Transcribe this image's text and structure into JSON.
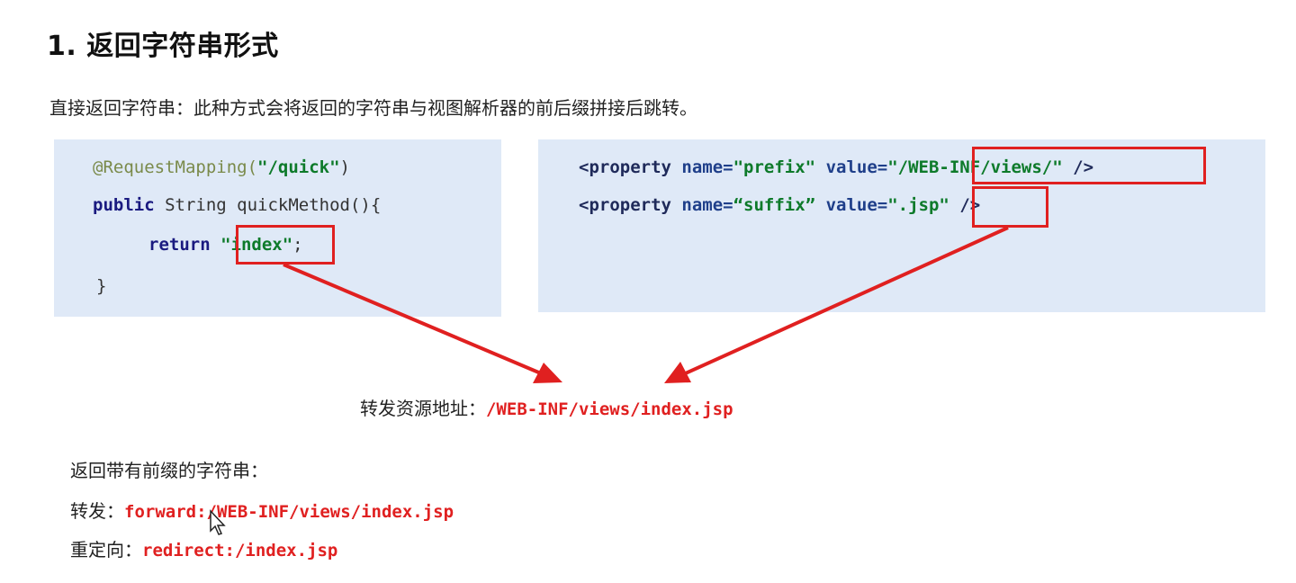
{
  "heading": "1. 返回字符串形式",
  "description": "直接返回字符串：此种方式会将返回的字符串与视图解析器的前后缀拼接后跳转。",
  "java_code": {
    "line1_annotation": "@RequestMapping(",
    "line1_string": "\"/quick\"",
    "line1_close": ")",
    "line2_keyword": "public",
    "line2_rest": " String quickMethod(){",
    "line3_keyword": "return",
    "line3_string": "\"index\"",
    "line3_end": ";",
    "line4": "}"
  },
  "xml_code": {
    "line1_tag": "<property",
    "line1_name_attr": "name=",
    "line1_name_val": "\"prefix\"",
    "line1_value_attr": "value=",
    "line1_value_val": "\"/WEB-INF/views/\"",
    "line1_end": "/>",
    "line2_tag": "<property",
    "line2_name_attr": "name=",
    "line2_name_val": "“suffix”",
    "line2_value_attr": "value=",
    "line2_value_val": "\".jsp\"",
    "line2_end": "/>"
  },
  "forward_address": {
    "label": "转发资源地址：",
    "value": "/WEB-INF/views/index.jsp"
  },
  "prefix_section": {
    "title": "返回带有前缀的字符串：",
    "forward_label": "转发：",
    "forward_value": "forward:/WEB-INF/views/index.jsp",
    "redirect_label": "重定向：",
    "redirect_value": "redirect:/index.jsp"
  },
  "colors": {
    "highlight": "#e02020",
    "code_bg": "#dfe9f7",
    "string_green": "#0d7a2a"
  }
}
